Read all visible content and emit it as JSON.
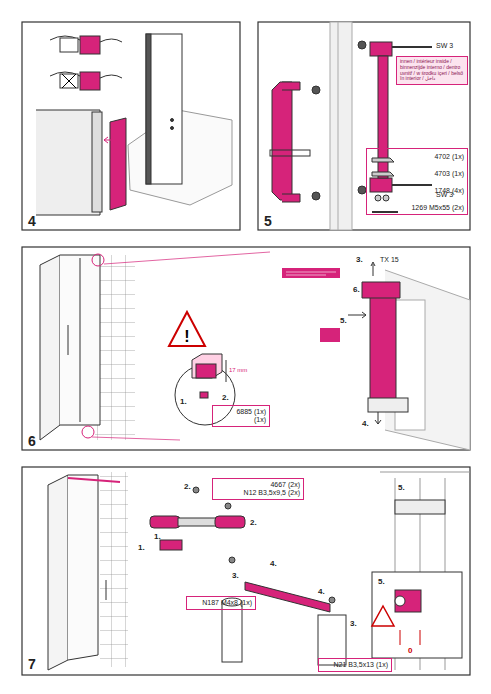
{
  "diagram": {
    "nodes": [
      {
        "text": [
          "innen / intérieur inside / binnenzijde interno / dentro uvnitř / w środku içeri / belső în interior / داخل"
        ]
      },
      {
        "text": [
          "4702 (1x)",
          "4703 (1x)",
          "1748 (4x)",
          "1269 M5x55 (2x)"
        ]
      },
      {
        "text": [
          "6885 (1x)",
          "(1x)"
        ]
      },
      {
        "text": [
          "4667 (2x)",
          "N12 B3,5x9,5 (2x)"
        ]
      },
      {
        "text": [
          "N187 M4x8 (1x)"
        ]
      },
      {
        "text": [
          "N21 B3,5x13 (1x)"
        ]
      }
    ],
    "labels": [
      "4",
      "5",
      "6",
      "7",
      "SW 3",
      "SW 3",
      "3.",
      "TX 15",
      "6.",
      "5.",
      "4.",
      "1.",
      "2.",
      "17 mm",
      "2.",
      "1.",
      "2.",
      "1.",
      "3.",
      "4.",
      "4.",
      "3.",
      "5.",
      "5.",
      "0"
    ]
  }
}
